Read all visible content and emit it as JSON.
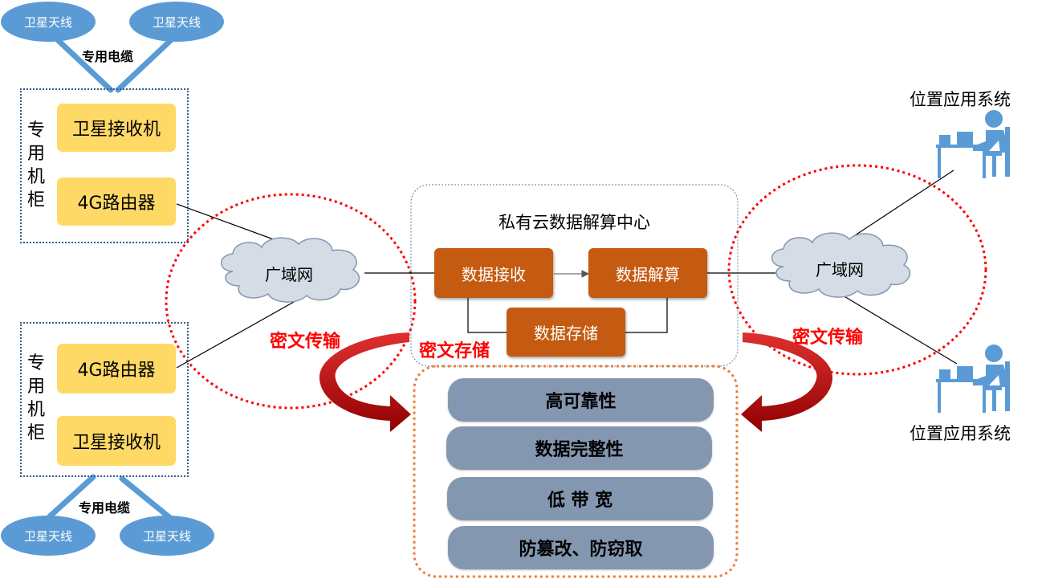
{
  "antennas": {
    "top_left": "卫星天线",
    "top_right": "卫星天线",
    "bottom_left": "卫星天线",
    "bottom_right": "卫星天线"
  },
  "cable": {
    "top": "专用电缆",
    "bottom": "专用电缆"
  },
  "cabinet_top": {
    "title": "专用机柜",
    "receiver": "卫星接收机",
    "router": "4G路由器"
  },
  "cabinet_bottom": {
    "title": "专用机柜",
    "router": "4G路由器",
    "receiver": "卫星接收机"
  },
  "wan_left": "广域网",
  "wan_right": "广域网",
  "transfer_left": "密文传输",
  "transfer_right": "密文传输",
  "storage_label": "密文存储",
  "cloud_center": {
    "title": "私有云数据解算中心",
    "receive": "数据接收",
    "compute": "数据解算",
    "store": "数据存储"
  },
  "features": [
    "高可靠性",
    "数据完整性",
    "低 带 宽",
    "防篡改、防窃取"
  ],
  "apps": {
    "top": "位置应用系统",
    "bottom": "位置应用系统"
  },
  "colors": {
    "antenna_blue": "#5b9bd5",
    "cabinet_yellow": "#ffd966",
    "process_orange": "#c55a11",
    "feature_gray": "#8497b0",
    "accent_red": "#ff0000",
    "arrow_red": "#c00000"
  }
}
